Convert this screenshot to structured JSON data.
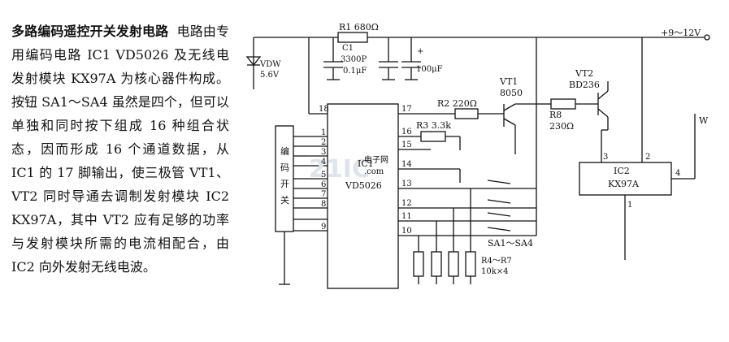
{
  "article": {
    "title": "多路编码遥控开关发射电路",
    "body": "电路由专用编码电路 IC1 VD5026 及无线电发射模块 KX97A 为核心器件构成。按钮 SA1～SA4 虽然是四个，但可以单独和同时按下组成 16 种组合状态，因而形成 16 个通道数据，从 IC1 的 17 脚输出，使三极管 VT1、VT2 同时导通去调制发射模块 IC2 KX97A，其中 VT2 应有足够的功率与发射模块所需的电流相配合，由 IC2 向外发射无线电波。"
  },
  "schematic": {
    "supply": "+9～12V",
    "r1": "R1 680Ω",
    "c1": "C1",
    "c1_value": "3300P",
    "c2_value": "0.1μF",
    "c3_value": "100μF",
    "plus": "+",
    "vdw": "VDW",
    "vdw_value": "5.6V",
    "encoder_switch": [
      "编",
      "码",
      "开",
      "关"
    ],
    "ic1_name": "IC1",
    "ic1_part": "VD5026",
    "pins_left": [
      "18",
      "1",
      "2",
      "3",
      "4",
      "5",
      "6",
      "7",
      "8",
      "9"
    ],
    "pins_right": [
      "17",
      "16",
      "15",
      "14",
      "13",
      "12",
      "11",
      "10"
    ],
    "r2": "R2  220Ω",
    "r3": "R3 3.3k",
    "vt1": "VT1",
    "vt1_part": "8050",
    "vt2": "VT2",
    "vt2_part": "BD236",
    "r8": "R8",
    "r8_value": "230Ω",
    "ic2_name": "IC2",
    "ic2_part": "KX97A",
    "ic2_pin3": "3",
    "ic2_pin2": "2",
    "ic2_pin4": "4",
    "ic2_pin1": "1",
    "antenna": "W",
    "sa": "SA1～SA4",
    "r4r7": "R4～R7",
    "r4r7_value": "10k×4",
    "watermark_main": "21IC",
    "watermark_sub": "电子网",
    "watermark_com": ".com"
  }
}
